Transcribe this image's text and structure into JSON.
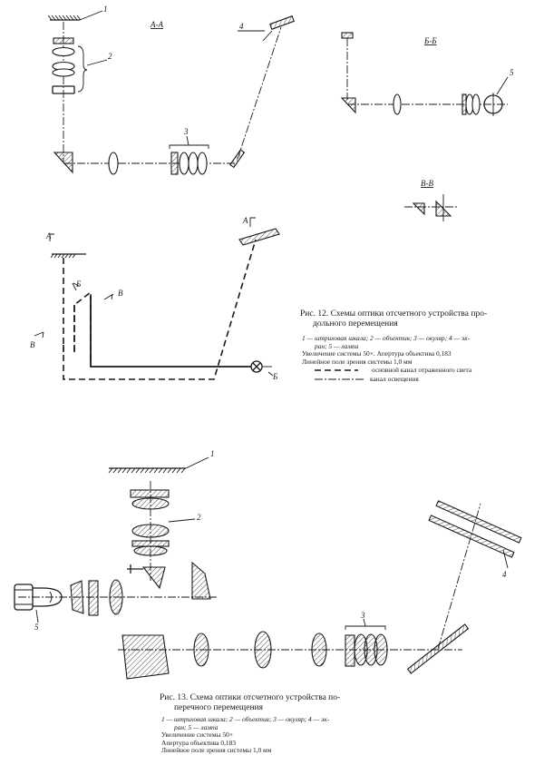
{
  "fig12": {
    "section_labels": {
      "aa": "А-А",
      "bb": "Б-Б",
      "vv": "В-В"
    },
    "part_numbers": {
      "scale": "1",
      "objective": "2",
      "eyepiece": "3",
      "screen": "4",
      "lamp": "5"
    },
    "cut_marks": {
      "a": "А",
      "b": "Б",
      "v": "В"
    },
    "caption_line1": "Рис. 12. Схемы оптики отсчетного устройства про-",
    "caption_line2": "дольного перемещения",
    "legend_line1": "1 — штриховая шкала; 2 — объектив; 3 — окуляр; 4 — эк-",
    "legend_line2": "ран; 5 — лампа",
    "magnification": "Увеличение системы 50×. Апертура объектива 0,183",
    "field_of_view": "Линейное поле зрения системы 1,0 мм",
    "reflected_channel": "основной канал отраженного света",
    "illumination_channel": "канал освещения"
  },
  "fig13": {
    "part_numbers": {
      "scale": "1",
      "objective": "2",
      "eyepiece": "3",
      "screen": "4",
      "lamp": "5"
    },
    "caption_line1": "Рис. 13. Схема оптики отсчетного устройства по-",
    "caption_line2": "перечного перемещения",
    "legend_line1": "1 — штриховая шкала; 2 — объектив; 3 — окуляр; 4 — эк-",
    "legend_line2": "ран; 5 — лампа",
    "magnification": "Увеличение системы 50×",
    "aperture": "Апертура объектива 0,183",
    "field_of_view": "Линейное поле зрения системы 1,0 мм"
  }
}
